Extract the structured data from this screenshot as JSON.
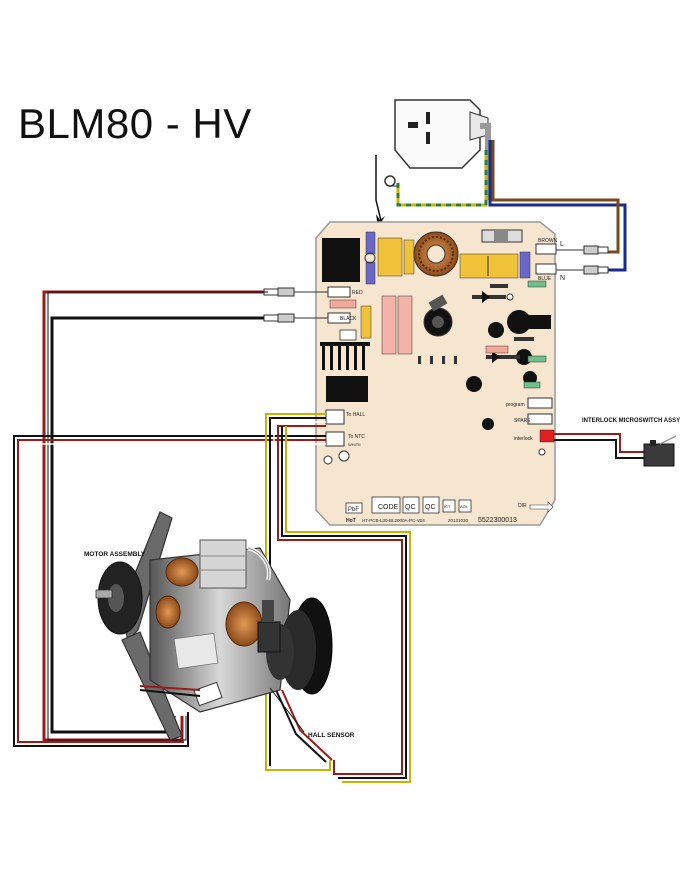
{
  "title": "BLM80 - HV",
  "labels": {
    "motor_assembly": "MOTOR ASSEMBLY",
    "hall_sensor": "HALL SENSOR",
    "interlock": "INTERLOCK MICROSWITCH ASSY"
  },
  "board": {
    "term_red": "RED",
    "term_black": "BLACK",
    "term_brown": "BROWN",
    "term_blue": "BLUE",
    "mark_l": "L",
    "mark_n": "N",
    "to_hall": "To HALL",
    "to_ntc": "To NTC",
    "white": "WHITE",
    "program": "program",
    "spare": "SPARE",
    "interlock_conn": "interlock",
    "code": "CODE",
    "qc1": "QC",
    "qc2": "QC",
    "ict": "ICT",
    "aoi": "AOI",
    "pbf": "PbF",
    "hot": "HoT",
    "pcb_text": "HT-PCB-L30-BL2000A-PC-V04",
    "pcb_date": "20131030",
    "part_no": "5522300013",
    "arrow_text": "DIR"
  },
  "colors": {
    "red_wire": "#9b1b1b",
    "black_wire": "#111111",
    "blue_wire": "#1a2a8a",
    "brown_wire": "#7a4a1a",
    "earth_yellow": "#c8b400",
    "earth_green": "#2e7d32",
    "board": "#f7e6cf"
  }
}
